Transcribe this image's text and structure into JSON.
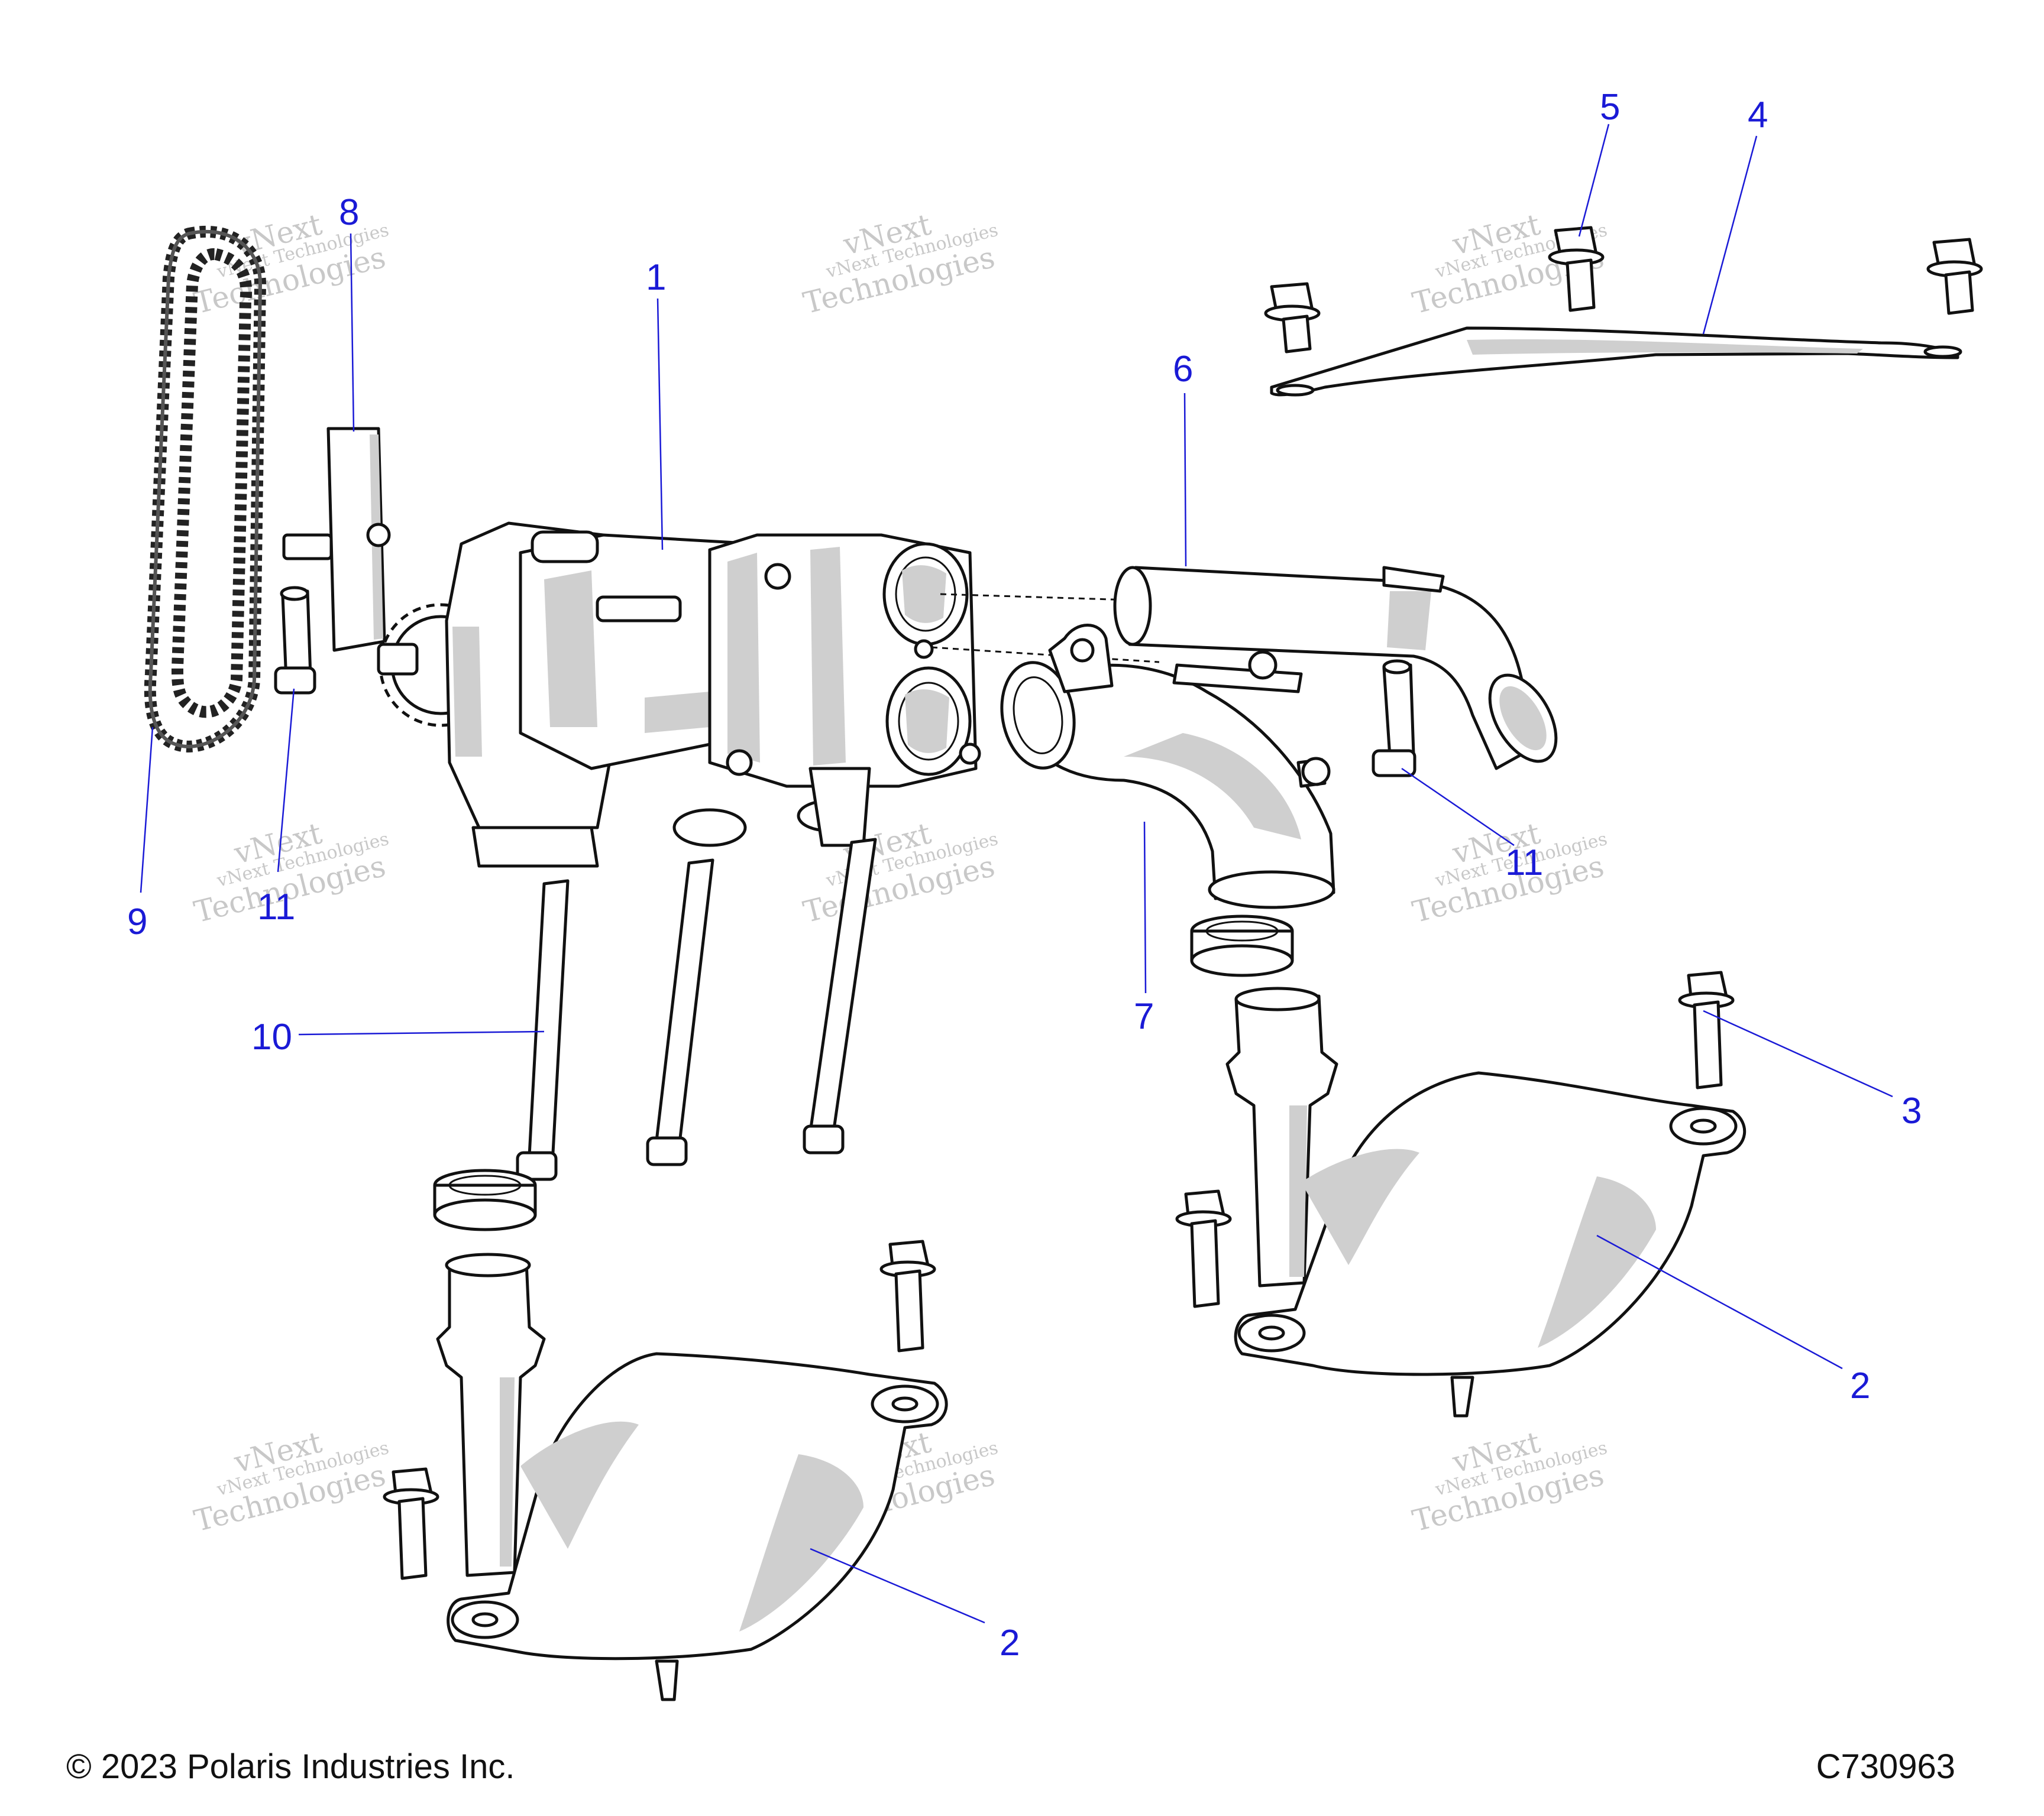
{
  "callouts": {
    "c1": "1",
    "c2a": "2",
    "c2b": "2",
    "c3": "3",
    "c4": "4",
    "c5": "5",
    "c6": "6",
    "c7": "7",
    "c8": "8",
    "c9": "9",
    "c10": "10",
    "c11a": "11",
    "c11b": "11"
  },
  "watermark": {
    "line1": "vNext Technologies",
    "line2": "vNext",
    "line3": "Technologies"
  },
  "footer": {
    "copyright": "© 2023 Polaris Industries Inc.",
    "drawing_id": "C730963"
  },
  "colors": {
    "callout": "#1a1ad6",
    "outline": "#111111",
    "shade": "#cfcfcf",
    "watermark": "#c8c8c8"
  }
}
